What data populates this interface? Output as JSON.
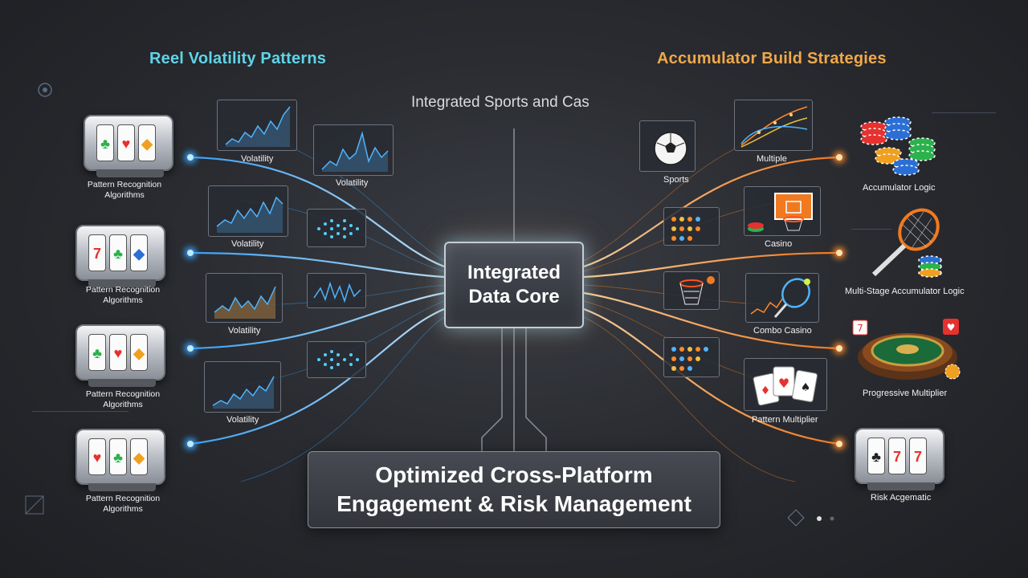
{
  "headings": {
    "left": "Reel Volatility Patterns",
    "right": "Accumulator Build Strategies",
    "subtitle": "Integrated Sports and Cas"
  },
  "core": {
    "line1": "Integrated",
    "line2": "Data Core"
  },
  "result": {
    "line1": "Optimized Cross-Platform",
    "line2": "Engagement & Risk Management"
  },
  "left_machines": [
    {
      "label": "Pattern Recognition Algorithms"
    },
    {
      "label": "Pattern Recognition Algorithms"
    },
    {
      "label": "Pattern Recognition Algorithms"
    },
    {
      "label": "Pattern Recognition Algorithms"
    }
  ],
  "left_panels": [
    "Volatility",
    "Volatility",
    "Volatility",
    "Volatility",
    "Volatility"
  ],
  "right_panels": [
    "Sports",
    "Multiple",
    "Casino",
    "Combo Casino",
    "Pattern Multiplier"
  ],
  "right_items": [
    "Accumulator Logic",
    "Multi-Stage Accumulator Logic",
    "Progressive Multiplier",
    "Risk Acgematic"
  ],
  "colors": {
    "left_accent": "#5fd4e8",
    "right_accent": "#f0a84a",
    "wire_blue": "#3aa6ff",
    "wire_orange": "#ff8a2a"
  },
  "icons": [
    "slot-machine-icon",
    "soccer-ball-icon",
    "basketball-hoop-icon",
    "tennis-racket-icon",
    "casino-chips-icon",
    "playing-cards-icon",
    "roulette-wheel-icon"
  ]
}
